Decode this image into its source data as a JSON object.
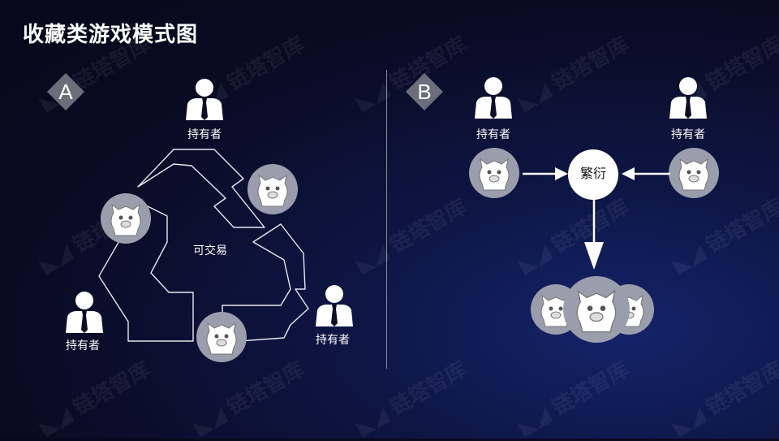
{
  "title": "收藏类游戏模式图",
  "watermark_text": "链塔智库",
  "panel_a": {
    "badge": "A",
    "holders": [
      "持有者",
      "持有者",
      "持有者"
    ],
    "center_label": "可交易"
  },
  "panel_b": {
    "badge": "B",
    "holders": [
      "持有者",
      "持有者"
    ],
    "center_label": "繁衍"
  },
  "colors": {
    "background": "#090b22",
    "accent": "#9a9dab",
    "badge": "#6b6e7a"
  }
}
